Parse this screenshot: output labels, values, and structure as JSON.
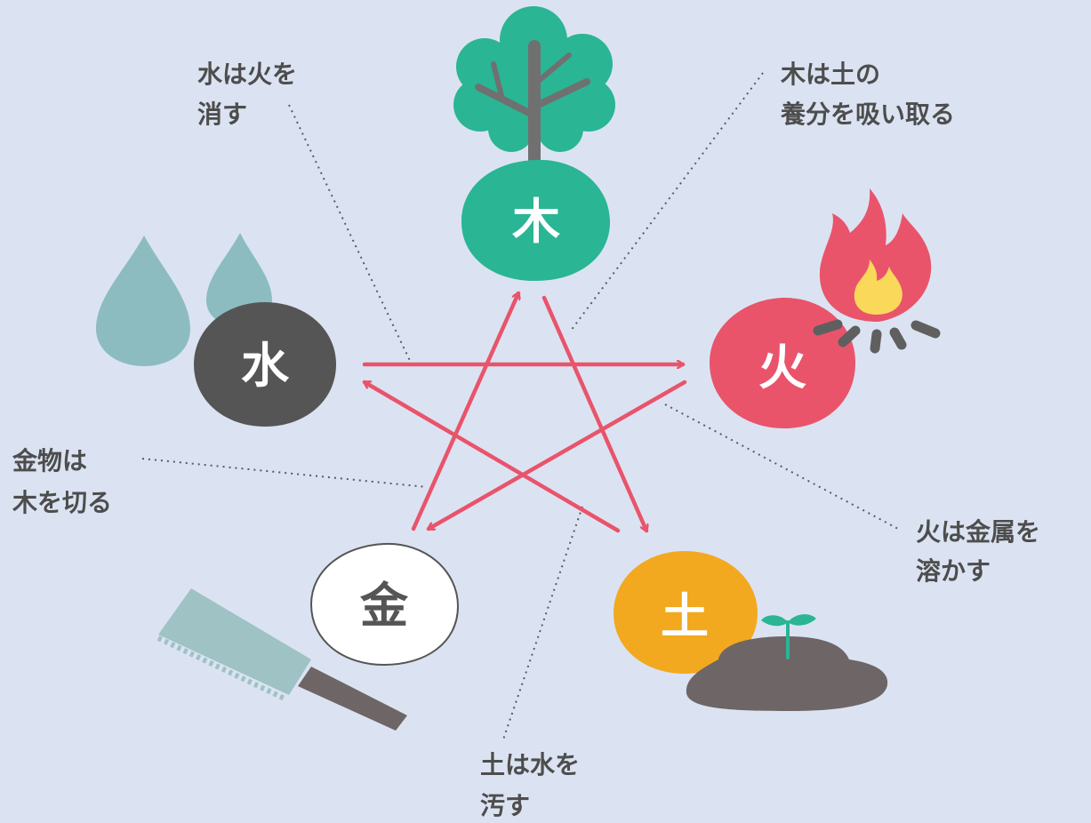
{
  "elements": {
    "wood": {
      "char": "木",
      "color": "#2ab595",
      "text_color": "#ffffff"
    },
    "fire": {
      "char": "火",
      "color": "#e9546b",
      "text_color": "#ffffff"
    },
    "earth": {
      "char": "土",
      "color": "#f2a91f",
      "text_color": "#ffffff"
    },
    "metal": {
      "char": "金",
      "color": "#ffffff",
      "text_color": "#555555"
    },
    "water": {
      "char": "水",
      "color": "#555555",
      "text_color": "#ffffff"
    }
  },
  "labels": {
    "water_fire": {
      "line1": "水は火を",
      "line2": "消す"
    },
    "wood_earth": {
      "line1": "木は土の",
      "line2": "養分を吸い取る"
    },
    "metal_wood": {
      "line1": "金物は",
      "line2": "木を切る"
    },
    "fire_metal": {
      "line1": "火は金属を",
      "line2": "溶かす"
    },
    "earth_water": {
      "line1": "土は水を",
      "line2": "汚す"
    }
  },
  "colors": {
    "background": "#dbe3f2",
    "arrow": "#e9546b",
    "label_text": "#4d4d4d",
    "water_drop": "#8cbcbf",
    "trunk": "#707070",
    "soil": "#6e6566",
    "sprout": "#2ab595",
    "saw_blade": "#9fc2c4",
    "saw_handle": "#6e6566",
    "flame_core": "#f9d85a"
  }
}
